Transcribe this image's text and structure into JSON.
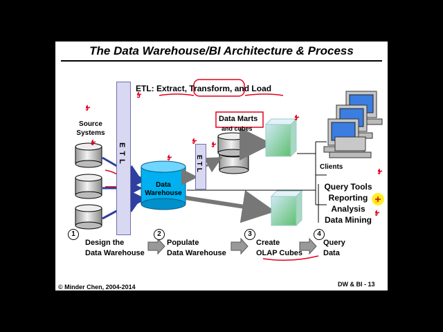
{
  "slide": {
    "title": "The Data Warehouse/BI Architecture & Process",
    "etl_heading": {
      "prefix": "ETL: ",
      "extract": "Extract,",
      "transform": "Transform,",
      "and_load": "and Load"
    },
    "source_systems": [
      "Source",
      "Systems"
    ],
    "etl_bar_label": "ETL",
    "etl_bar2_label": "ETL",
    "warehouse_label": [
      "Data",
      "Warehouse"
    ],
    "data_marts_label": "Data Marts",
    "cubes_label": "and cubes",
    "clients_label": "Clients",
    "bi_tools": [
      "Query Tools",
      "Reporting",
      "Analysis",
      "Data Mining"
    ],
    "steps": [
      {
        "num": "1",
        "line1": "Design the",
        "line2": "Data Warehouse"
      },
      {
        "num": "2",
        "line1": "Populate",
        "line2": "Data Warehouse"
      },
      {
        "num": "3",
        "line1": "Create",
        "line2": "OLAP Cubes"
      },
      {
        "num": "4",
        "line1": "Query",
        "line2": "Data"
      }
    ],
    "footer_left": "© Minder Chen, 2004-2014",
    "footer_right": "DW & BI - 13"
  },
  "colors": {
    "background": "#000000",
    "slide": "#ffffff",
    "warehouse": "#00b0f0",
    "etl_bar": "#d8d8f2",
    "annotation": "#e0001b",
    "highlight": "#ffee00",
    "arrow_blue": "#2f3fa0"
  }
}
